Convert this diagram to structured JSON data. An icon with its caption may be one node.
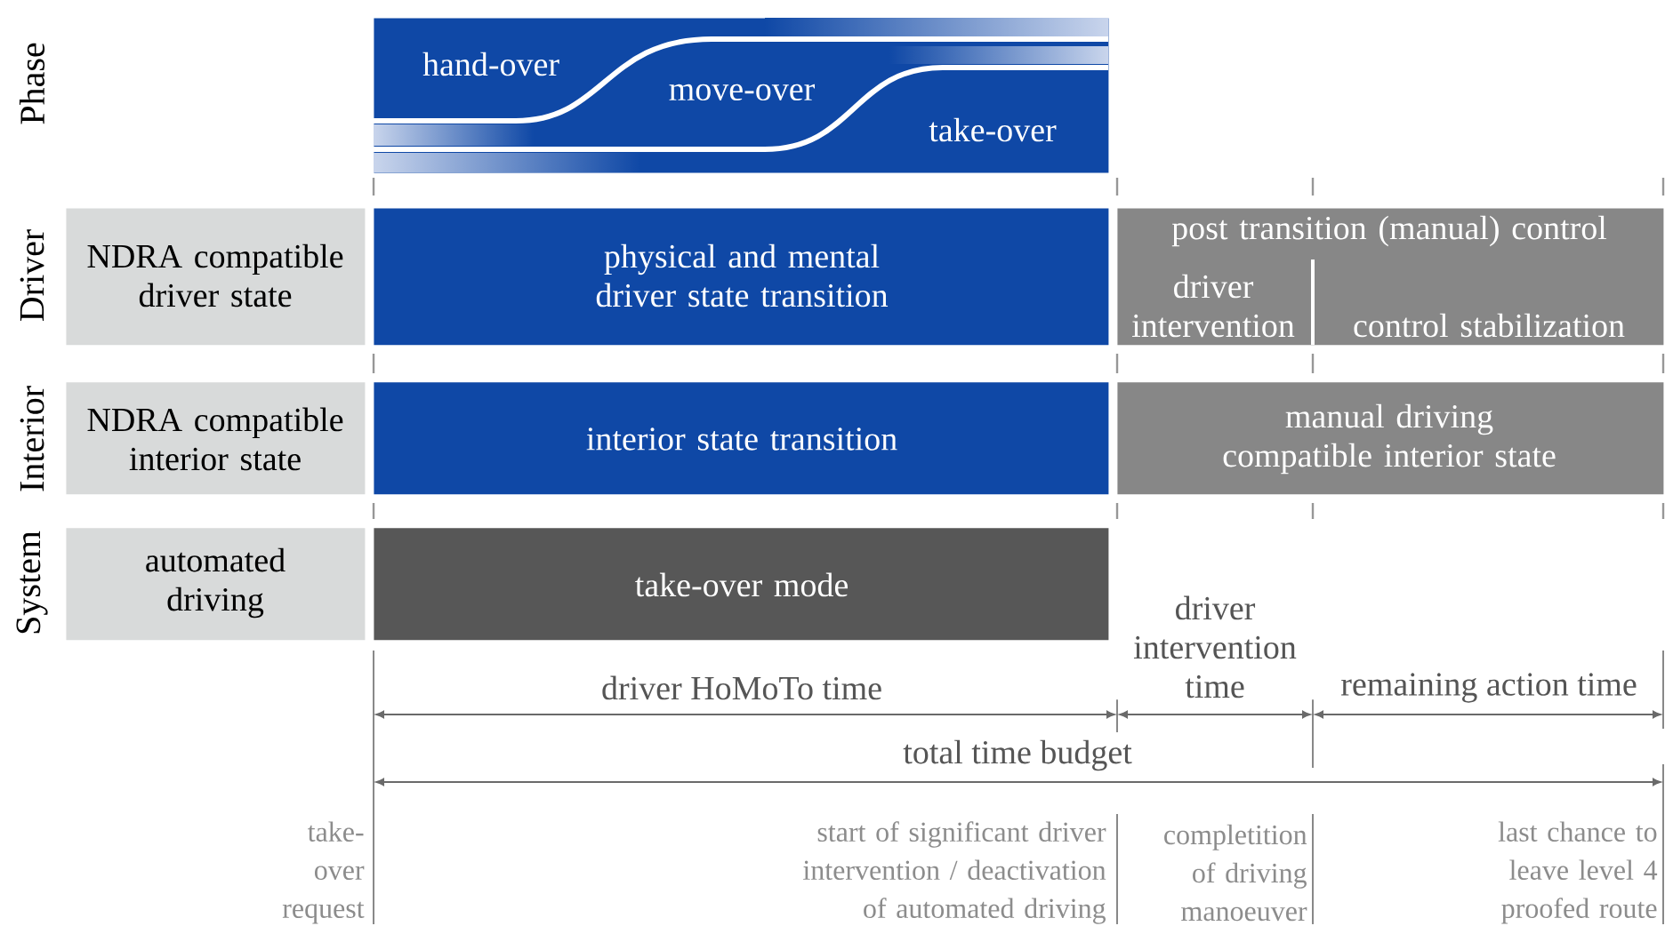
{
  "diagram": {
    "nodes": [
      {
        "text": [
          "hand-over",
          "move-over",
          "take-over"
        ]
      },
      {
        "text": [
          "NDRA compatible driver state"
        ]
      },
      {
        "text": [
          "physical and mental driver state transition"
        ]
      },
      {
        "text": [
          "post transition (manual) control",
          "driver intervention",
          "control stabilization"
        ]
      },
      {
        "text": [
          "NDRA compatible interior state"
        ]
      },
      {
        "text": [
          "interior state transition"
        ]
      },
      {
        "text": [
          "manual driving compatible interior state"
        ]
      },
      {
        "text": [
          "automated driving"
        ]
      },
      {
        "text": [
          "take-over mode"
        ]
      }
    ],
    "labels": [
      "Phase",
      "Driver",
      "Interior",
      "System",
      "driver HoMoTo time",
      "driver intervention time",
      "remaining action time",
      "total time budget",
      "take-over request",
      "start of significant driver intervention / deactivation of automated driving",
      "completition of driving manoeuver",
      "last chance to leave level 4 proofed route"
    ]
  }
}
